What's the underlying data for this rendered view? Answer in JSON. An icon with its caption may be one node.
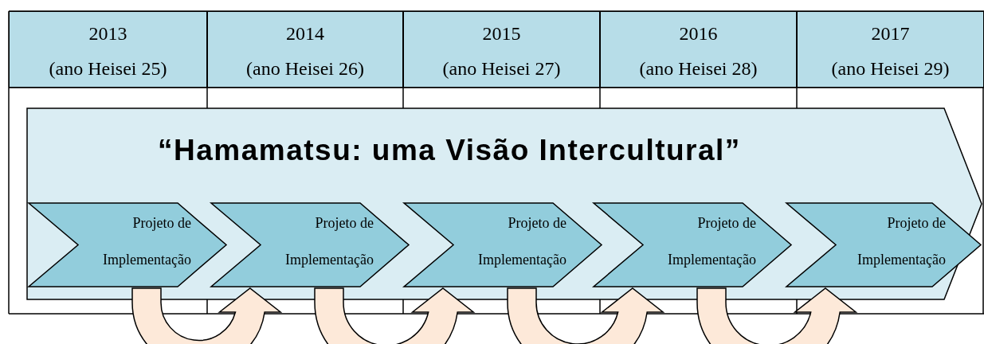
{
  "diagram": {
    "nodes": [
      {
        "text": [
          "2013",
          "(ano Heisei 25)"
        ]
      },
      {
        "text": [
          "2014",
          "(ano Heisei 26)"
        ]
      },
      {
        "text": [
          "2015",
          "(ano Heisei 27)"
        ]
      },
      {
        "text": [
          "2016",
          "(ano Heisei 28)"
        ]
      },
      {
        "text": [
          "2017",
          "(ano Heisei 29)"
        ]
      },
      {
        "text": [
          "“Hamamatsu: uma Visão Intercultural”"
        ]
      },
      {
        "text": [
          "Projeto de Implementação"
        ],
        "in": 5
      },
      {
        "text": [
          "Projeto de Implementação"
        ],
        "in": 5
      },
      {
        "text": [
          "Projeto de Implementação"
        ],
        "in": 5
      },
      {
        "text": [
          "Projeto de Implementação"
        ],
        "in": 5
      },
      {
        "text": [
          "Projeto de Implementação"
        ],
        "in": 5
      }
    ],
    "edges": [
      {
        "from": 6,
        "to": 7,
        "arrow": "to"
      },
      {
        "from": 7,
        "to": 8,
        "arrow": "to"
      },
      {
        "from": 8,
        "to": 9,
        "arrow": "to"
      },
      {
        "from": 9,
        "to": 10,
        "arrow": "to"
      }
    ]
  }
}
